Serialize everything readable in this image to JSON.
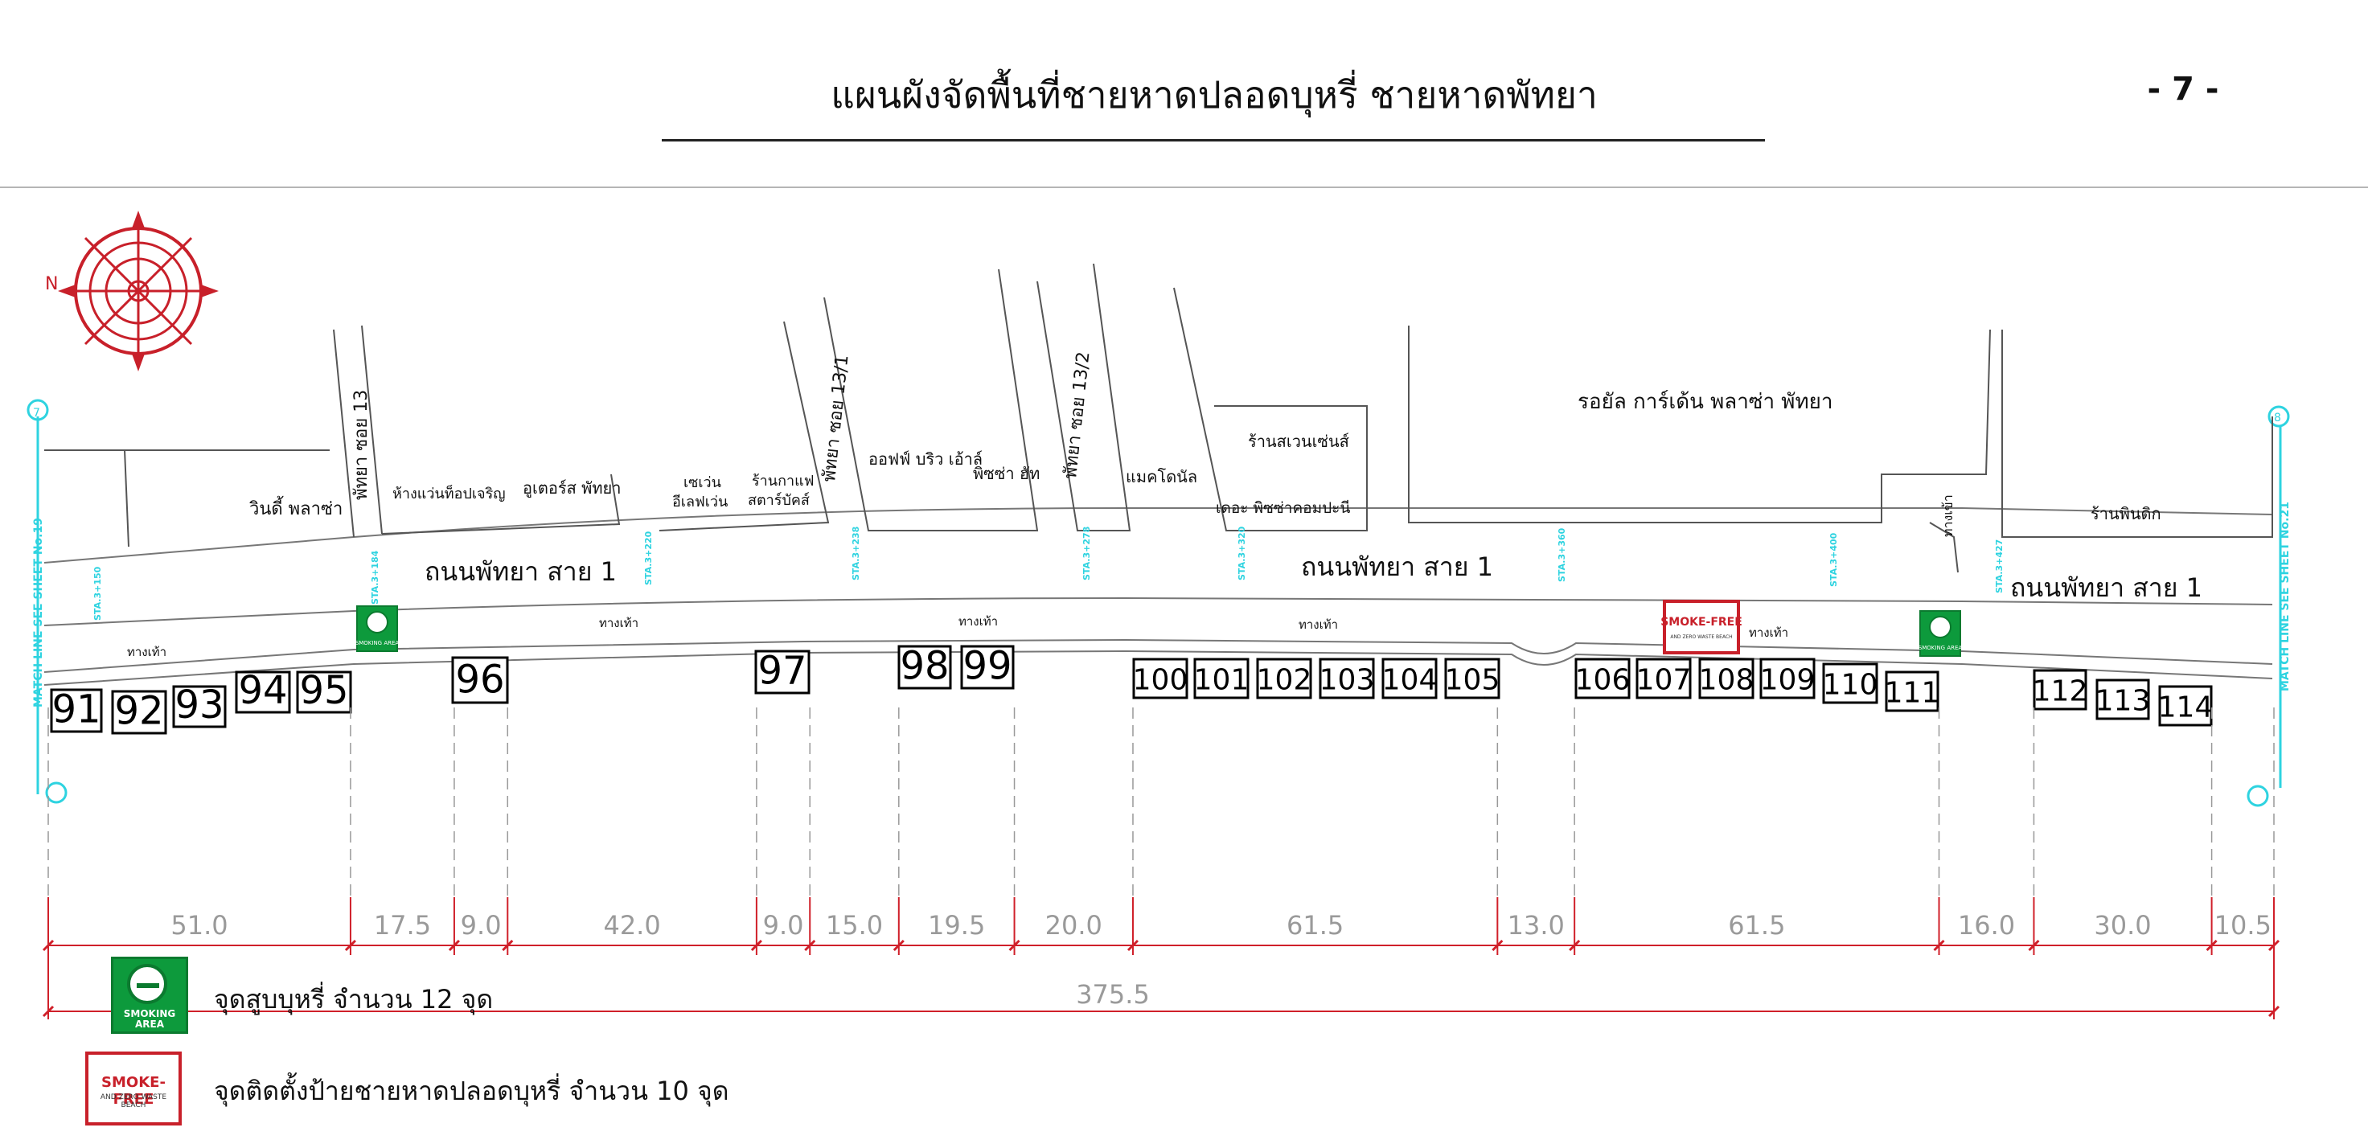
{
  "header": {
    "title": "แผนผังจัดพื้นที่ชายหาดปลอดบุหรี่ ชายหาดพัทยา",
    "page_number": "- 7 -"
  },
  "compass": {
    "north_label": "N"
  },
  "roads": {
    "main_1": "ถนนพัทยา สาย 1",
    "main_2": "ถนนพัทยา สาย 1",
    "main_3": "ถนนพัทยา สาย 1",
    "soi_13": "พัทยา ซอย 13",
    "soi_13_1": "พัทยา ซอย 13/1",
    "soi_13_2": "พัทยา ซอย 13/2",
    "lane": "ทางเข้า"
  },
  "walkway_label": "ทางเท้า",
  "buildings": [
    {
      "key": "b1",
      "label": "วินดี้ พลาซ่า"
    },
    {
      "key": "b2",
      "label": "ห้างแว่นท็อปเจริญ"
    },
    {
      "key": "b3",
      "label": "อูเตอร์ส พัทยา"
    },
    {
      "key": "b4a",
      "label": "เซเว่น"
    },
    {
      "key": "b4b",
      "label": "อีเลฟเว่น"
    },
    {
      "key": "b5a",
      "label": "ร้านกาแฟ"
    },
    {
      "key": "b5b",
      "label": "สตาร์บัคส์"
    },
    {
      "key": "b6",
      "label": "ออฟฟ์ บริว เอ้าล์"
    },
    {
      "key": "b7",
      "label": "พิซซ่า ฮัท"
    },
    {
      "key": "b8",
      "label": "แมคโดนัล"
    },
    {
      "key": "b9",
      "label": "ร้านสเวนเซ่นส์"
    },
    {
      "key": "b10",
      "label": "เดอะ พิซซ่าคอมปะนี"
    },
    {
      "key": "b11",
      "label": "รอยัล การ์เด้น พลาซ่า พัทยา"
    },
    {
      "key": "b12",
      "label": "ร้านพินดิก"
    }
  ],
  "match_lines": {
    "left": "MATCH LINE SEE SHEET No.19",
    "right": "MATCH LINE SEE SHEET No.21",
    "left_mark": "7",
    "right_mark": "8"
  },
  "stations": [
    "STA.3+150",
    "STA.3+184",
    "STA.3+220",
    "STA.3+238",
    "STA.3+278",
    "STA.3+320",
    "STA.3+360",
    "STA.3+400",
    "STA.3+427"
  ],
  "zones": [
    {
      "id": "91",
      "value": 91
    },
    {
      "id": "92",
      "value": 92
    },
    {
      "id": "93",
      "value": 93
    },
    {
      "id": "94",
      "value": 94
    },
    {
      "id": "95",
      "value": 95
    },
    {
      "id": "96",
      "value": 96
    },
    {
      "id": "97",
      "value": 97
    },
    {
      "id": "98",
      "value": 98
    },
    {
      "id": "99",
      "value": 99
    },
    {
      "id": "100",
      "value": 100
    },
    {
      "id": "101",
      "value": 101
    },
    {
      "id": "102",
      "value": 102
    },
    {
      "id": "103",
      "value": 103
    },
    {
      "id": "104",
      "value": 104
    },
    {
      "id": "105",
      "value": 105
    },
    {
      "id": "106",
      "value": 106
    },
    {
      "id": "107",
      "value": 107
    },
    {
      "id": "108",
      "value": 108
    },
    {
      "id": "109",
      "value": 109
    },
    {
      "id": "110",
      "value": 110
    },
    {
      "id": "111",
      "value": 111
    },
    {
      "id": "112",
      "value": 112
    },
    {
      "id": "113",
      "value": 113
    },
    {
      "id": "114",
      "value": 114
    }
  ],
  "dimensions": {
    "segments": [
      "51.0",
      "17.5",
      "9.0",
      "42.0",
      "9.0",
      "15.0",
      "19.5",
      "20.0",
      "61.5",
      "13.0",
      "61.5",
      "16.0",
      "30.0",
      "10.5"
    ],
    "total": "375.5"
  },
  "signs": {
    "smoking_area_caption": "SMOKING AREA",
    "smoke_free_title": "SMOKE-FREE",
    "smoke_free_sub": "AND ZERO WASTE BEACH"
  },
  "legend": {
    "smoking_area": "จุดสูบบุหรี่ จำนวน 12 จุด",
    "smoke_free_sign": "จุดติดตั้งป้ายชายหาดปลอดบุหรี่ จำนวน 10 จุด"
  },
  "colors": {
    "dimension_red": "#d0202a",
    "match_line_cyan": "#2ed3e0",
    "smoking_green": "#0d9a3c",
    "compass_red": "#c8202a"
  }
}
